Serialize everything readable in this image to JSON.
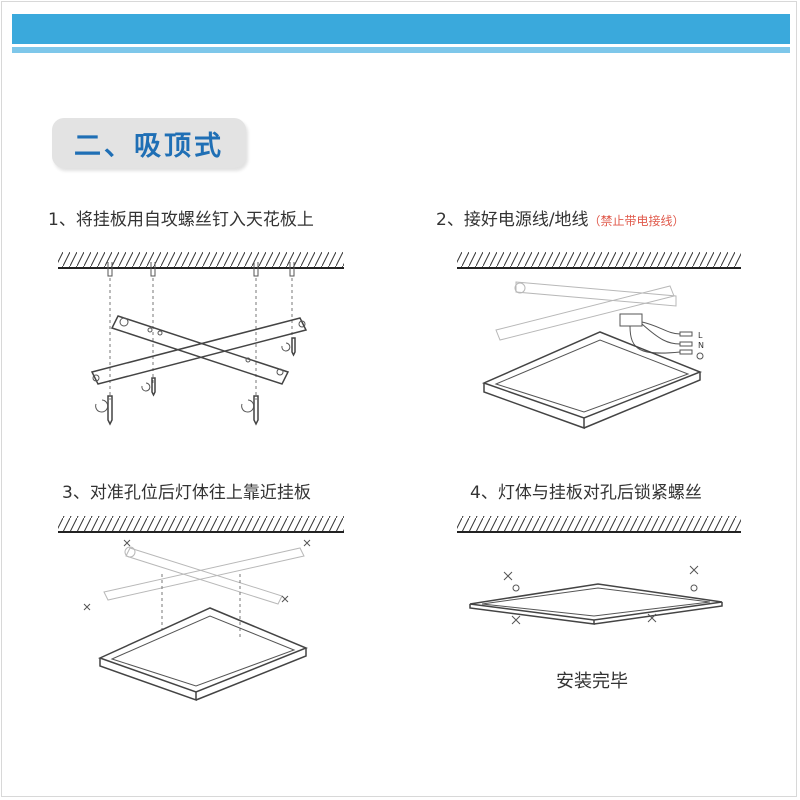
{
  "section": {
    "title": "二、吸顶式"
  },
  "steps": [
    {
      "label": "1、将挂板用自攻螺丝钉入天花板上"
    },
    {
      "label": "2、接好电源线/地线",
      "note": "（禁止带电接线）"
    },
    {
      "label": "3、对准孔位后灯体往上靠近挂板"
    },
    {
      "label": "4、灯体与挂板对孔后锁紧螺丝"
    }
  ],
  "wiring": {
    "l": "L",
    "n": "N"
  },
  "done_label": "安装完毕",
  "colors": {
    "bar": "#3aa9dc",
    "bar_light": "#7ec7ea",
    "title_text": "#1f6fb5",
    "warn": "#e05a4c"
  }
}
